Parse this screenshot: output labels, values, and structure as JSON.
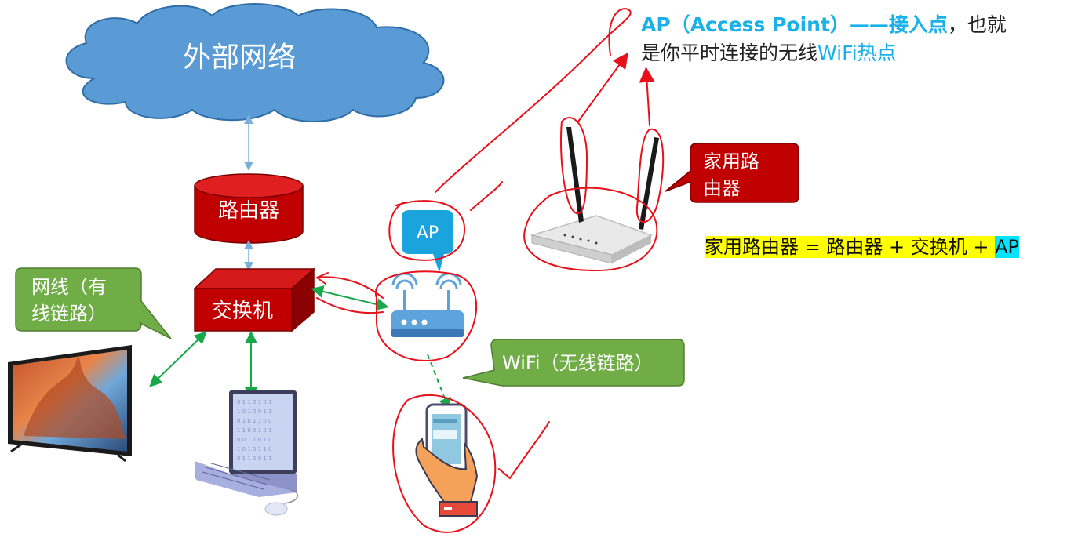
{
  "cloud_label": "外部网络",
  "router_label": "路由器",
  "switch_label": "交换机",
  "ap_bubble_label": "AP",
  "wired_callout": [
    "网线（有",
    "线链路）"
  ],
  "wifi_callout": "WiFi（无线链路）",
  "home_router_callout": [
    "家用路",
    "由器"
  ],
  "ap_definition": {
    "term": "AP（Access Point）——接入点",
    "mid": "，也就",
    "line2_prefix": "是你平时连接的无线",
    "line2_highlight": "WiFi热点"
  },
  "formula": {
    "text": "家用路由器 = 路由器 + 交换机 + ",
    "highlight": "AP"
  },
  "colors": {
    "cloud": "#5b9bd5",
    "router_red": "#c00000",
    "callout_green": "#70ad47",
    "callout_darkred": "#c00000",
    "ap_bubble": "#1aa3dc",
    "annotation_red": "#e8101a",
    "link_green": "#17a84a",
    "link_blue": "#7ab0d8",
    "highlight_yellow": "#ffff00",
    "highlight_cyan": "#00e5ff"
  }
}
